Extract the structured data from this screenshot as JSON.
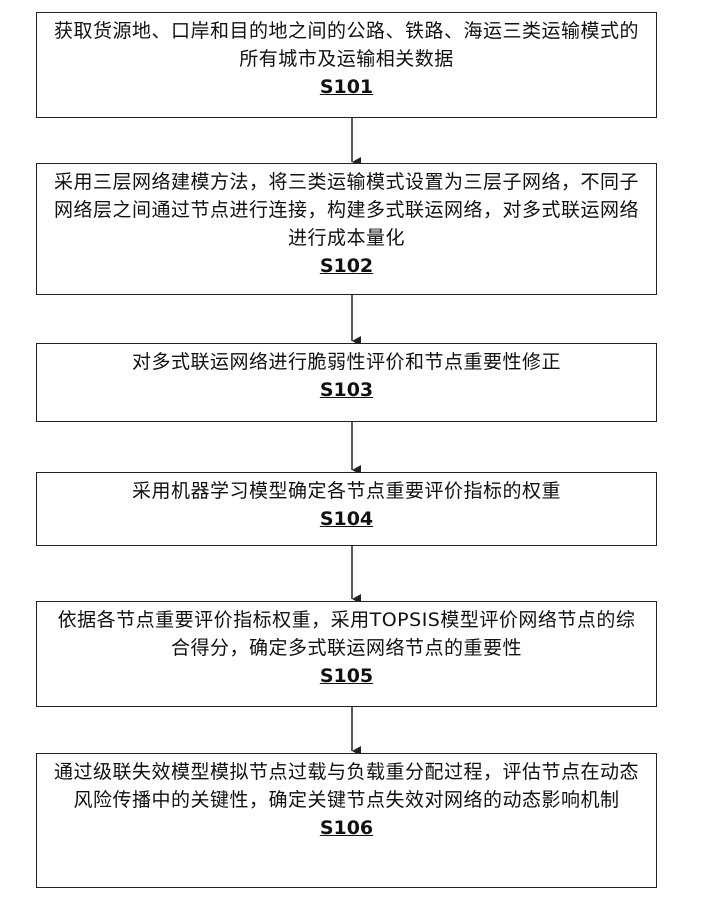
{
  "steps": [
    {
      "text": "获取货源地、口岸和目的地之间的公路、铁路、海运三类运输模式的所有城市及运输相关数据",
      "code": "S101"
    },
    {
      "text": "采用三层网络建模方法，将三类运输模式设置为三层子网络，不同子网络层之间通过节点进行连接，构建多式联运网络，对多式联运网络进行成本量化",
      "code": "S102"
    },
    {
      "text": "对多式联运网络进行脆弱性评价和节点重要性修正",
      "code": "S103"
    },
    {
      "text": "采用机器学习模型确定各节点重要评价指标的权重",
      "code": "S104"
    },
    {
      "text": "依据各节点重要评价指标权重，采用TOPSIS模型评价网络节点的综合得分，确定多式联运网络节点的重要性",
      "code": "S105"
    },
    {
      "text": "通过级联失效模型模拟节点过载与负载重分配过程，评估节点在动态风险传播中的关键性，确定关键节点失效对网络的动态影响机制",
      "code": "S106"
    }
  ]
}
